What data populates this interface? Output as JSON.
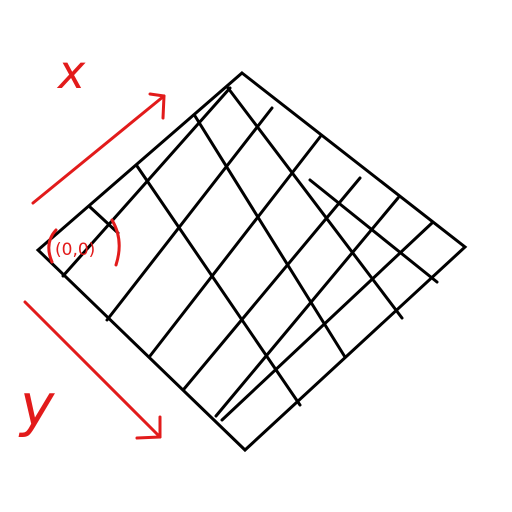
{
  "colors": {
    "ink": "#000000",
    "annotation": "#e21b1b",
    "background": "#ffffff"
  },
  "labels": {
    "x_axis": "x",
    "y_axis": "y",
    "origin": "(0,0)"
  }
}
